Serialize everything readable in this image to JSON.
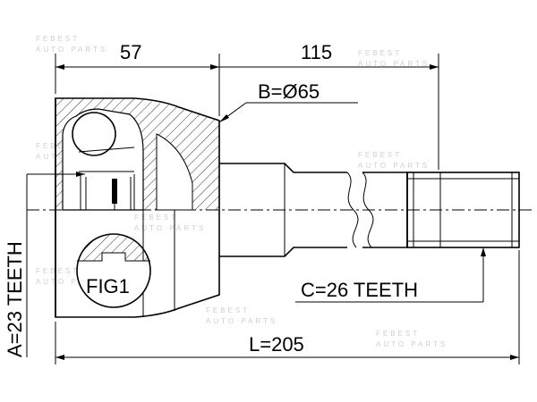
{
  "dimensions": {
    "housing_length": "57",
    "shaft_length": "115",
    "bell_diameter": "B=Ø65",
    "spline_teeth": "C=26 TEETH",
    "total_length": "L=205",
    "inner_teeth": "A=23 TEETH"
  },
  "figure_label": "FIG1",
  "watermark": {
    "brand": "FEBEST",
    "tagline": "AUTO PARTS"
  }
}
